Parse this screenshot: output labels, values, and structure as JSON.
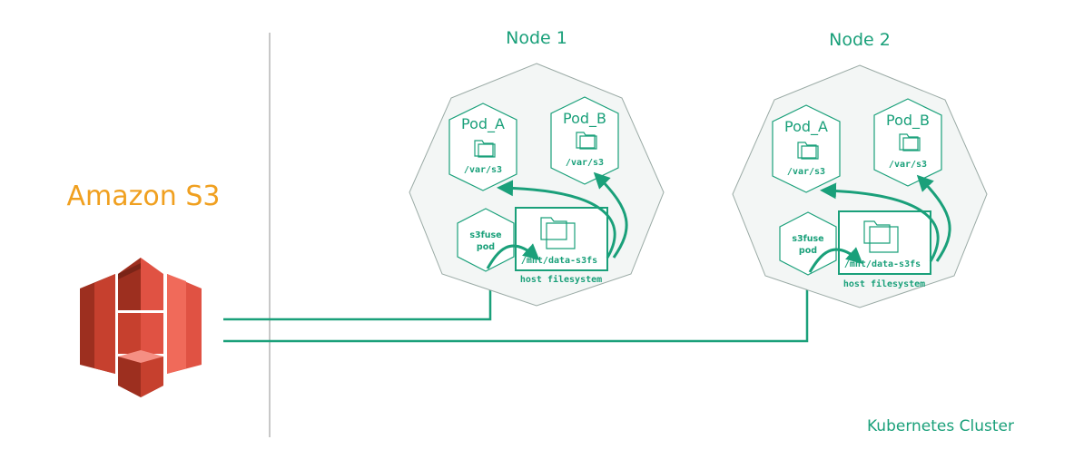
{
  "provider": {
    "label": "Amazon S3",
    "icon": "amazon-s3-bucket-icon",
    "color_dark": "#9d2f1f",
    "color_mid": "#e05243",
    "color_light": "#f58f83"
  },
  "cluster": {
    "label": "Kubernetes Cluster",
    "accent": "#1aa07a",
    "nodes": [
      {
        "title": "Node 1",
        "pods": [
          {
            "name": "Pod_A",
            "mount": "/var/s3"
          },
          {
            "name": "Pod_B",
            "mount": "/var/s3"
          }
        ],
        "fuse_pod": {
          "line1": "s3fuse",
          "line2": "pod"
        },
        "host_mount": "/mnt/data-s3fs",
        "host_label": "host filesystem"
      },
      {
        "title": "Node 2",
        "pods": [
          {
            "name": "Pod_A",
            "mount": "/var/s3"
          },
          {
            "name": "Pod_B",
            "mount": "/var/s3"
          }
        ],
        "fuse_pod": {
          "line1": "s3fuse",
          "line2": "pod"
        },
        "host_mount": "/mnt/data-s3fs",
        "host_label": "host filesystem"
      }
    ]
  }
}
